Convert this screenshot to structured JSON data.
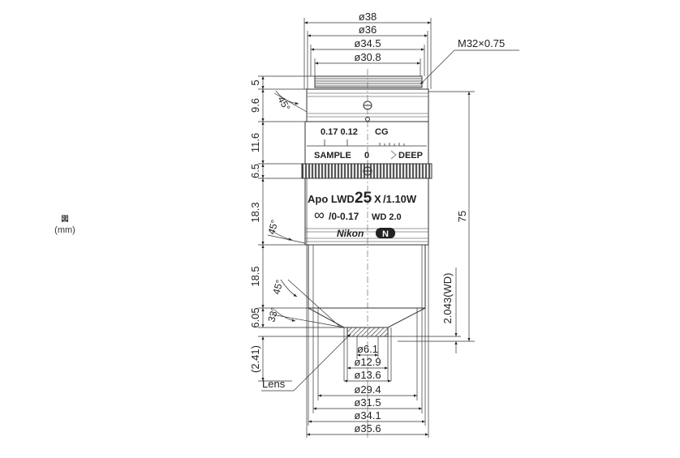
{
  "caption": {
    "figure_mark": "図",
    "unit": "(mm)"
  },
  "thread_label": "M32×0.75",
  "top_diameters": [
    "ø38",
    "ø36",
    "ø34.5",
    "ø30.8"
  ],
  "bottom_diameters": [
    "ø6.1",
    "ø12.9",
    "ø13.6",
    "ø29.4",
    "ø31.5",
    "ø34.1",
    "ø35.6"
  ],
  "heights": [
    "5",
    "9.6",
    "11.6",
    "6.5",
    "18.3",
    "18.5",
    "6.05",
    "(2.41)"
  ],
  "angles": [
    "45°",
    "45°",
    "45°",
    "33°"
  ],
  "overall_length": "75",
  "working_distance": "2.043(WD)",
  "lens_label": "Lens",
  "lens_markings": {
    "cover_values": "0.17 0.12",
    "cg": "CG",
    "sample": "SAMPLE",
    "zero": "0",
    "deep": "DEEP",
    "model_prefix": "Apo LWD",
    "magnification": "25",
    "mag_x": "X",
    "na": "/1.10W",
    "infinity": "∞",
    "cover_range": "/0-0.17",
    "wd": "WD  2.0",
    "brand": "Nikon",
    "brand_badge": "N"
  }
}
